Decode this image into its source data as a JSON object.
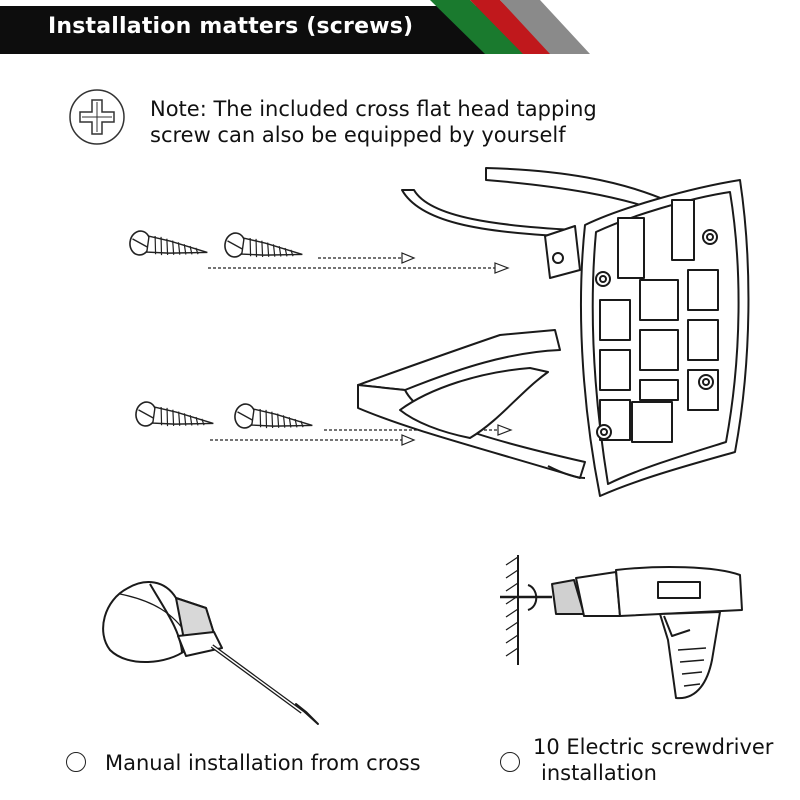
{
  "header": {
    "title": "Installation matters (screws)",
    "colors": {
      "bar": "#0d0d0d",
      "stripe_green": "#1a7a2e",
      "stripe_red": "#c0181c",
      "stripe_gray": "#8a8a8a"
    }
  },
  "note": {
    "icon": "cross-screw-head-icon",
    "line1": "Note: The included cross flat head tapping",
    "line2": "screw can also be equipped by yourself"
  },
  "options": [
    {
      "label": "Manual installation from cross",
      "icon": "screwdriver-icon"
    },
    {
      "label_line1": "10 Electric screwdriver",
      "label_line2": "installation",
      "icon": "electric-drill-icon"
    }
  ]
}
